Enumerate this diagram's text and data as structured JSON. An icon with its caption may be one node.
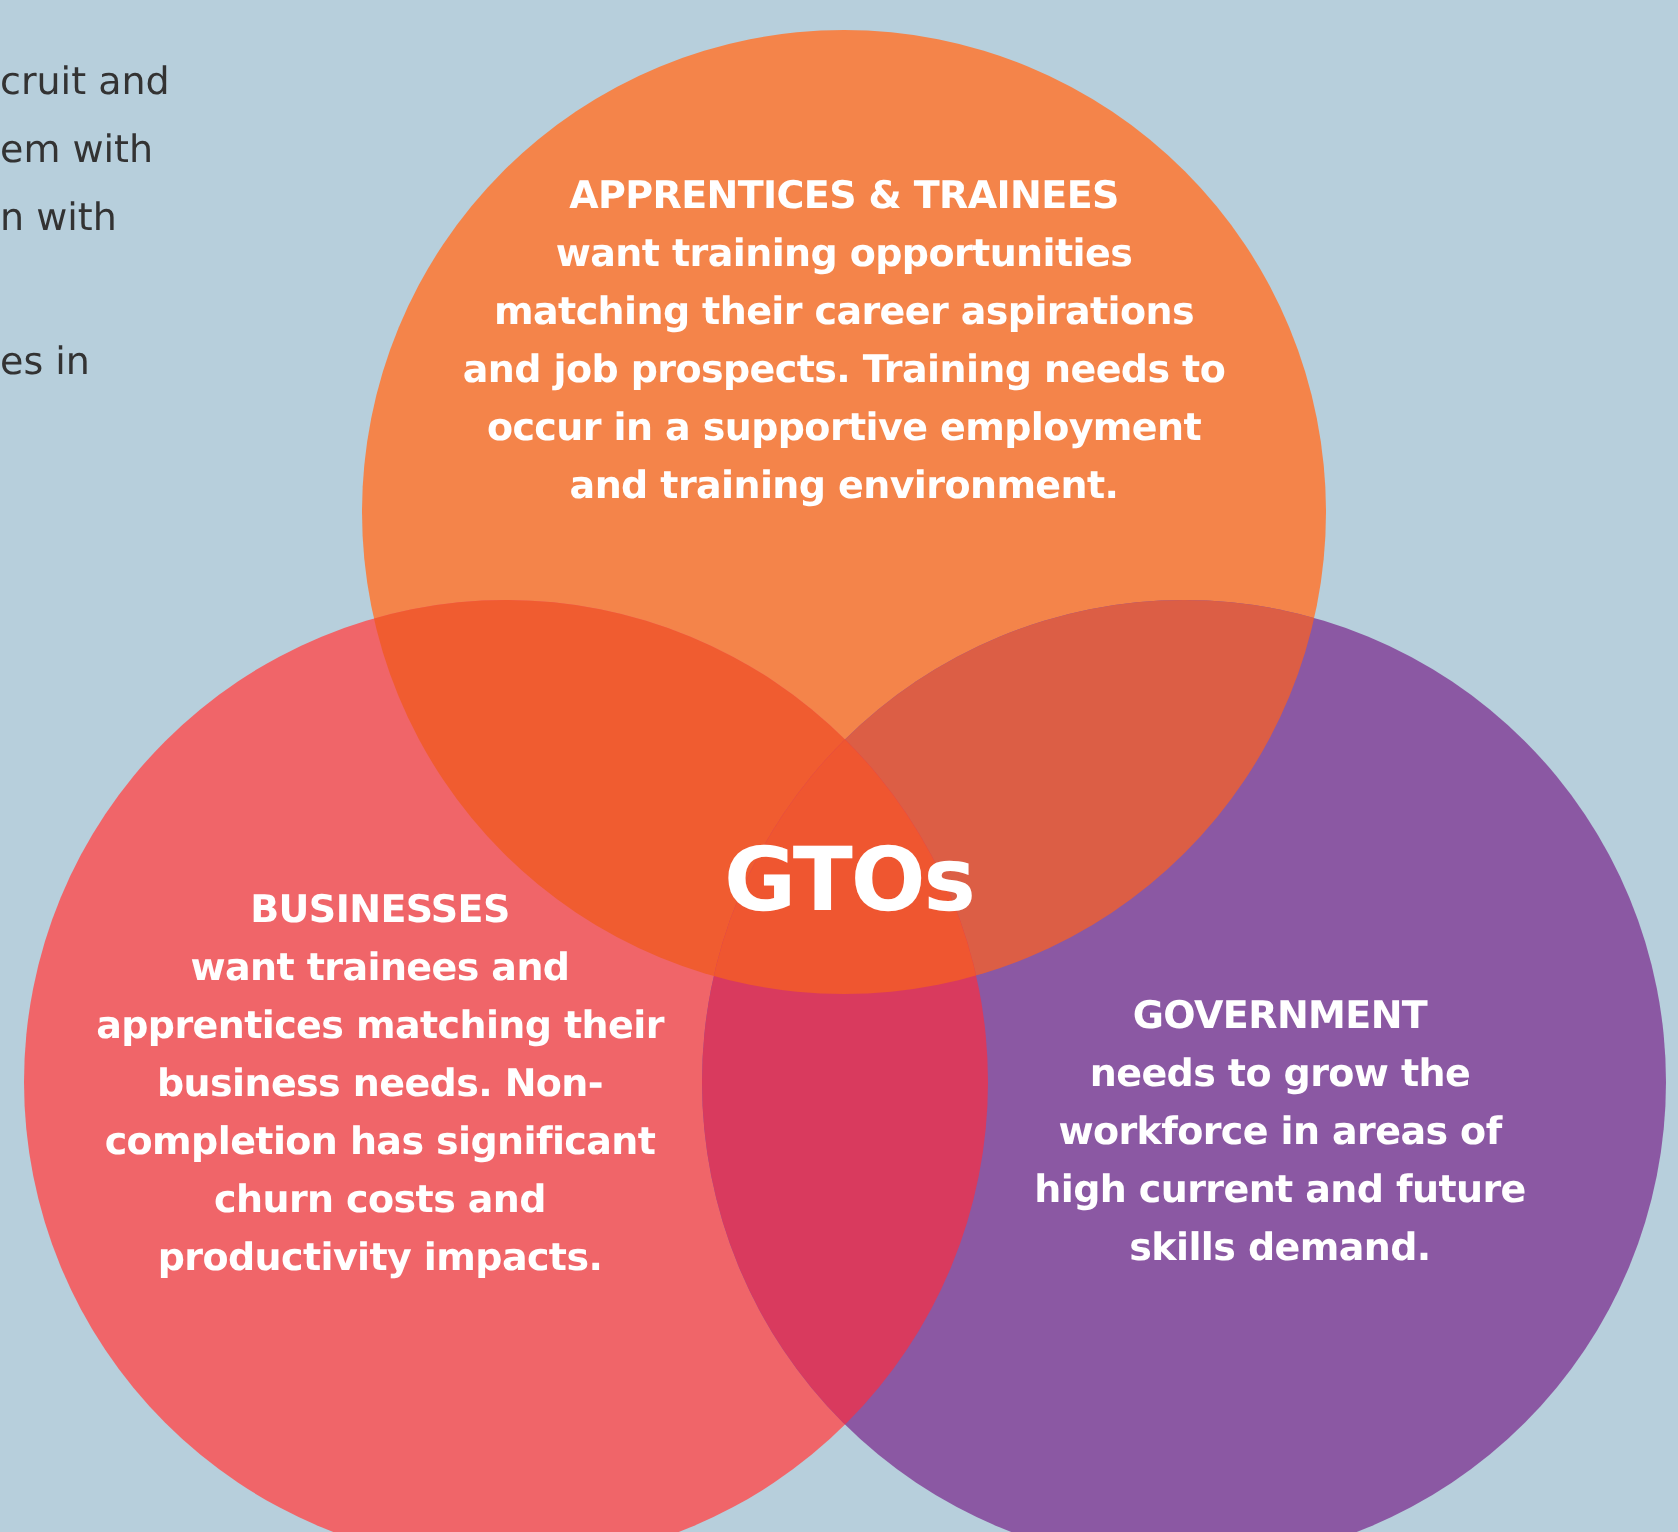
{
  "diagram": {
    "nodes": [
      {
        "text": [
          "APPRENTICES & TRAINEES",
          "want training opportunities matching their career aspirations and job prospects. Training needs to occur in a supportive employment and training environment."
        ]
      },
      {
        "text": [
          "BUSINESSES",
          "want trainees and apprentices matching their business needs. Non-completion has significant churn costs and productivity impacts."
        ]
      },
      {
        "text": [
          "GOVERNMENT",
          "needs to grow the workforce in areas of high current and future skills demand."
        ]
      }
    ],
    "labels": [
      "cruit and",
      "em with",
      "n with",
      "es in",
      "GTOs"
    ]
  }
}
